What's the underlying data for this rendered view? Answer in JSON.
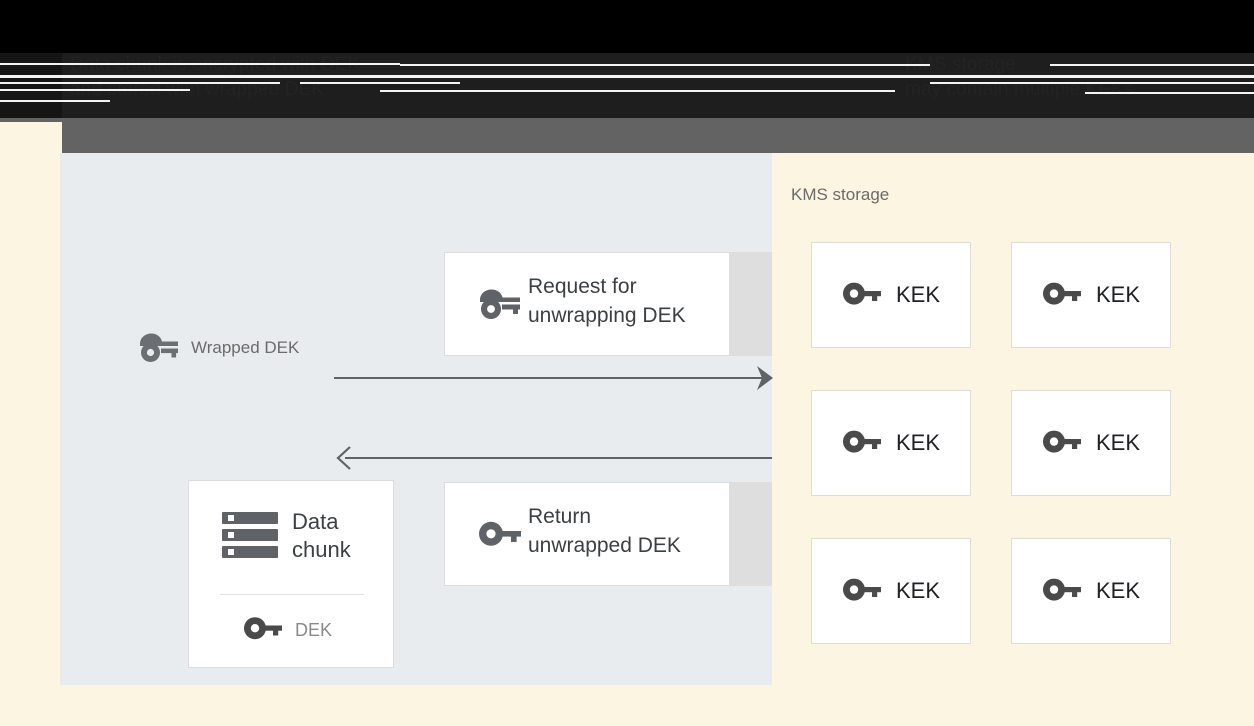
{
  "header": {
    "line1_left": "Data chunk is encrypted with DEK",
    "line2_left": "and stored with wrapped DEK",
    "line1_right": "KMS storage",
    "line2_right": "may contain multiple KEKs"
  },
  "colors": {
    "page_background": "#FCF5E2",
    "left_panel_background": "#E8ECEF",
    "card_background": "#FFFFFF",
    "card_border": "#DADCE0",
    "card_shadow": "#DEDEDE",
    "arrow": "#5F6368",
    "icon_gray": "#5F6368",
    "label_gray": "#6B6B6B",
    "text_dark": "#3C4043",
    "header_band_black": "#000000",
    "header_band_dark": "#1E1E1E",
    "header_band_gray": "#636363"
  },
  "left_panel": {
    "title": "Wrapped DEK",
    "title_icon": "wrapped-key-icon",
    "data_chunk_card": {
      "icon": "server-storage-icon",
      "label": "Data\nchunk",
      "key_icon": "key-icon",
      "key_label": "DEK"
    },
    "messages": [
      {
        "icon": "wrapped-key-icon",
        "label": "Request for\nunwrapping DEK",
        "direction": "right"
      },
      {
        "icon": "key-icon",
        "label": "Return\nunwrapped DEK",
        "direction": "left"
      }
    ],
    "arrows": [
      {
        "name": "request-arrow",
        "direction": "right"
      },
      {
        "name": "return-arrow",
        "direction": "left"
      }
    ]
  },
  "right_panel": {
    "title": "KMS storage",
    "keys": [
      {
        "icon": "key-icon",
        "label": "KEK"
      },
      {
        "icon": "key-icon",
        "label": "KEK"
      },
      {
        "icon": "key-icon",
        "label": "KEK"
      },
      {
        "icon": "key-icon",
        "label": "KEK"
      },
      {
        "icon": "key-icon",
        "label": "KEK"
      },
      {
        "icon": "key-icon",
        "label": "KEK"
      }
    ]
  }
}
